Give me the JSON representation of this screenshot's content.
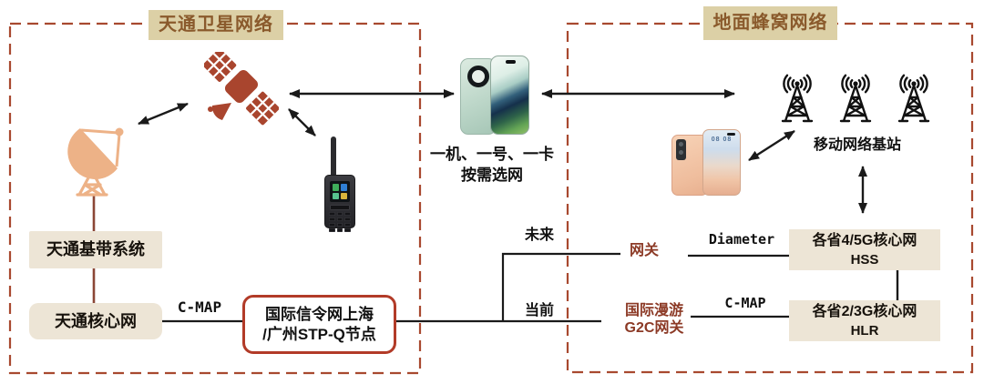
{
  "left_network": {
    "title": "天通卫星网络",
    "baseband": "天通基带系统",
    "core": "天通核心网",
    "link_cmap": "C-MAP"
  },
  "stp_node": {
    "line1": "国际信令网上海",
    "line2": "/广州STP-Q节点"
  },
  "middle": {
    "caption_line1": "一机、一号、一卡",
    "caption_line2": "按需选网",
    "future": "未来",
    "current": "当前"
  },
  "right_network": {
    "title": "地面蜂窝网络",
    "base_station": "移动网络基站",
    "gateway": "网关",
    "link_diameter": "Diameter",
    "roaming_line1": "国际漫游",
    "roaming_line2": "G2C网关",
    "link_cmap": "C-MAP",
    "hss_line1": "各省4/5G核心网",
    "hss_line2": "HSS",
    "hlr_line1": "各省2/3G核心网",
    "hlr_line2": "HLR",
    "phone_clock": "08 08"
  },
  "colors": {
    "dashed_border": "#a8492f",
    "title_bg": "#dcd0a6",
    "title_text": "#8a5a2c",
    "node_bg": "#ede5d6",
    "red_box_border": "#b23b28",
    "red_label_text": "#8c3a26",
    "line_black": "#1a1a1a",
    "line_brown": "#8b4636",
    "satellite_icon": "#a9452e",
    "dish_icon": "#edb287"
  }
}
